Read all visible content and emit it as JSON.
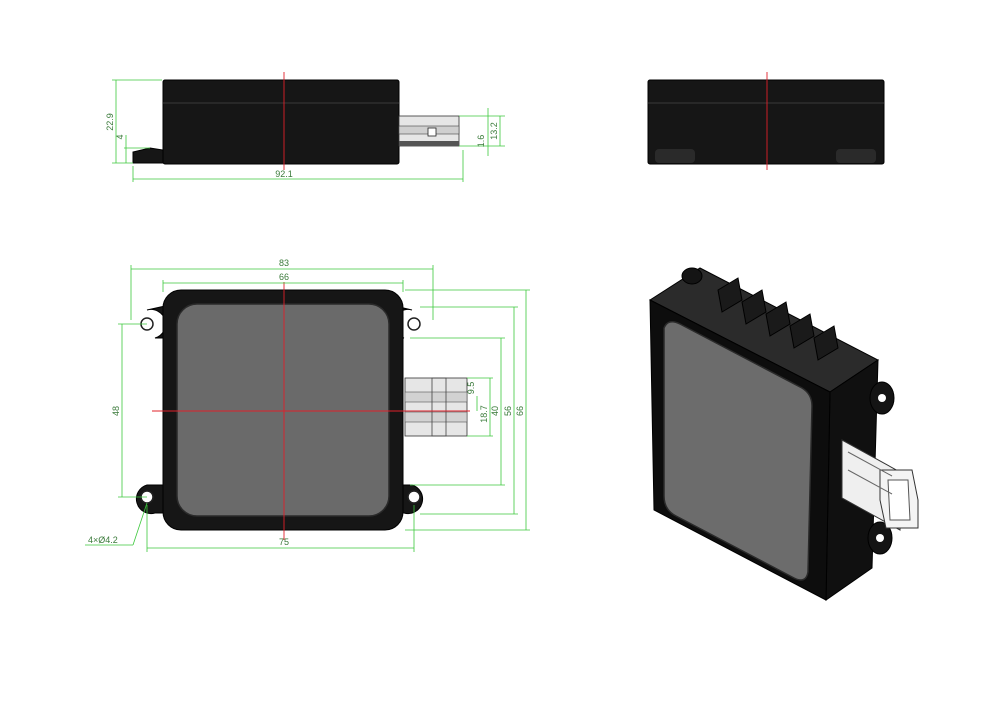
{
  "colors": {
    "dimension": "#3cc83c",
    "centerline": "#e0202a",
    "housing": "#161616",
    "lens": "#6a6a6a",
    "connector": "#e6e6e6"
  },
  "views": {
    "side": {
      "dims": {
        "height_total": "22.9",
        "flange": "4",
        "width": "92.1",
        "pin_offset": "1.6",
        "connector_height": "13.2"
      }
    },
    "front": {
      "dims": {
        "width_outer": "83",
        "width_lens": "66",
        "hole_spacing_x": "75",
        "hole_spacing_y": "48",
        "d1": "9.5",
        "d2": "18.7",
        "d3": "40",
        "d4": "56",
        "d5": "66",
        "holes": "4×Ø4.2"
      }
    }
  }
}
